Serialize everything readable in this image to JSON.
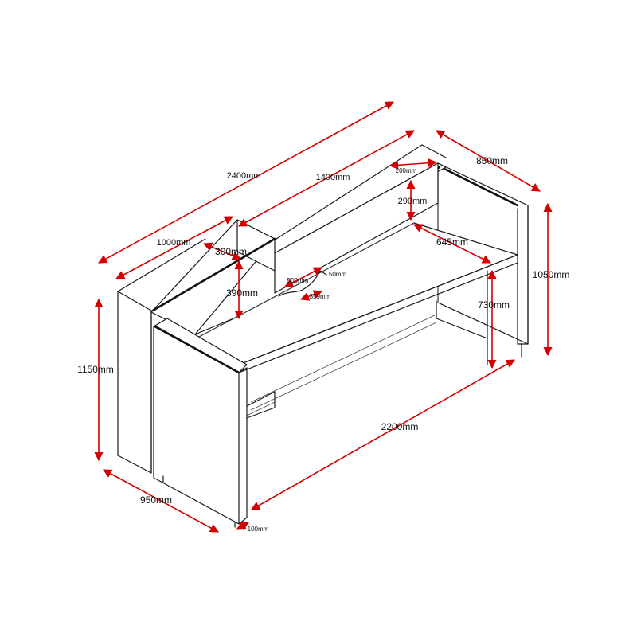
{
  "colors": {
    "dimension": "#d40000",
    "outline": "#1a1a1a",
    "background": "#ffffff"
  },
  "dimensions": {
    "total_length": "2400mm",
    "counter_length": "1400mm",
    "wing_length": "1000mm",
    "depth": "850mm",
    "top_ledge_width": "200mm",
    "ledge_height": "290mm",
    "riser_depth": "300mm",
    "upper_height": "390mm",
    "desk_depth": "645mm",
    "cutout_width": "500mm",
    "cutout_size_small": "50mm",
    "cutout_offset": "359mm",
    "desk_height": "730mm",
    "total_height_low": "1050mm",
    "total_height_high": "1150mm",
    "desk_length": "2200mm",
    "side_depth": "950mm",
    "panel_thickness": "100mm"
  }
}
